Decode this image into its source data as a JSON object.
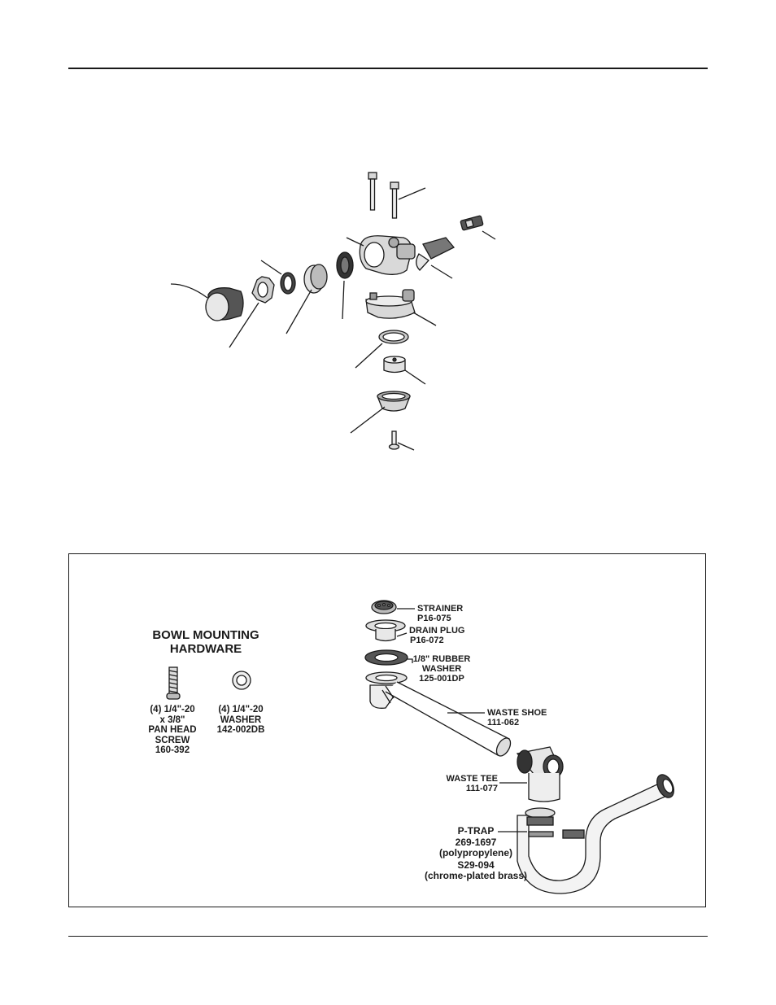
{
  "bowl_mounting": {
    "title_line1": "BOWL MOUNTING",
    "title_line2": "HARDWARE",
    "screw": {
      "line1": "(4) 1/4\"-20",
      "line2": "x 3/8\"",
      "line3": "PAN HEAD",
      "line4": "SCREW",
      "line5": "160-392"
    },
    "washer": {
      "line1": "(4) 1/4\"-20",
      "line2": "WASHER",
      "line3": "142-002DB"
    }
  },
  "drain_parts": {
    "strainer": {
      "name": "STRAINER",
      "part": "P16-075"
    },
    "drain_plug": {
      "name": "DRAIN PLUG",
      "part": "P16-072"
    },
    "rubber_washer": {
      "name1": "1/8\" RUBBER",
      "name2": "WASHER",
      "part": "125-001DP"
    },
    "waste_shoe": {
      "name": "WASTE SHOE",
      "part": "111-062"
    },
    "waste_tee": {
      "name": "WASTE TEE",
      "part": "111-077"
    },
    "p_trap": {
      "name": "P-TRAP",
      "part1": "269-1697",
      "material1": "(polypropylene)",
      "part2": "S29-094",
      "material2": "(chrome-plated brass)"
    }
  }
}
